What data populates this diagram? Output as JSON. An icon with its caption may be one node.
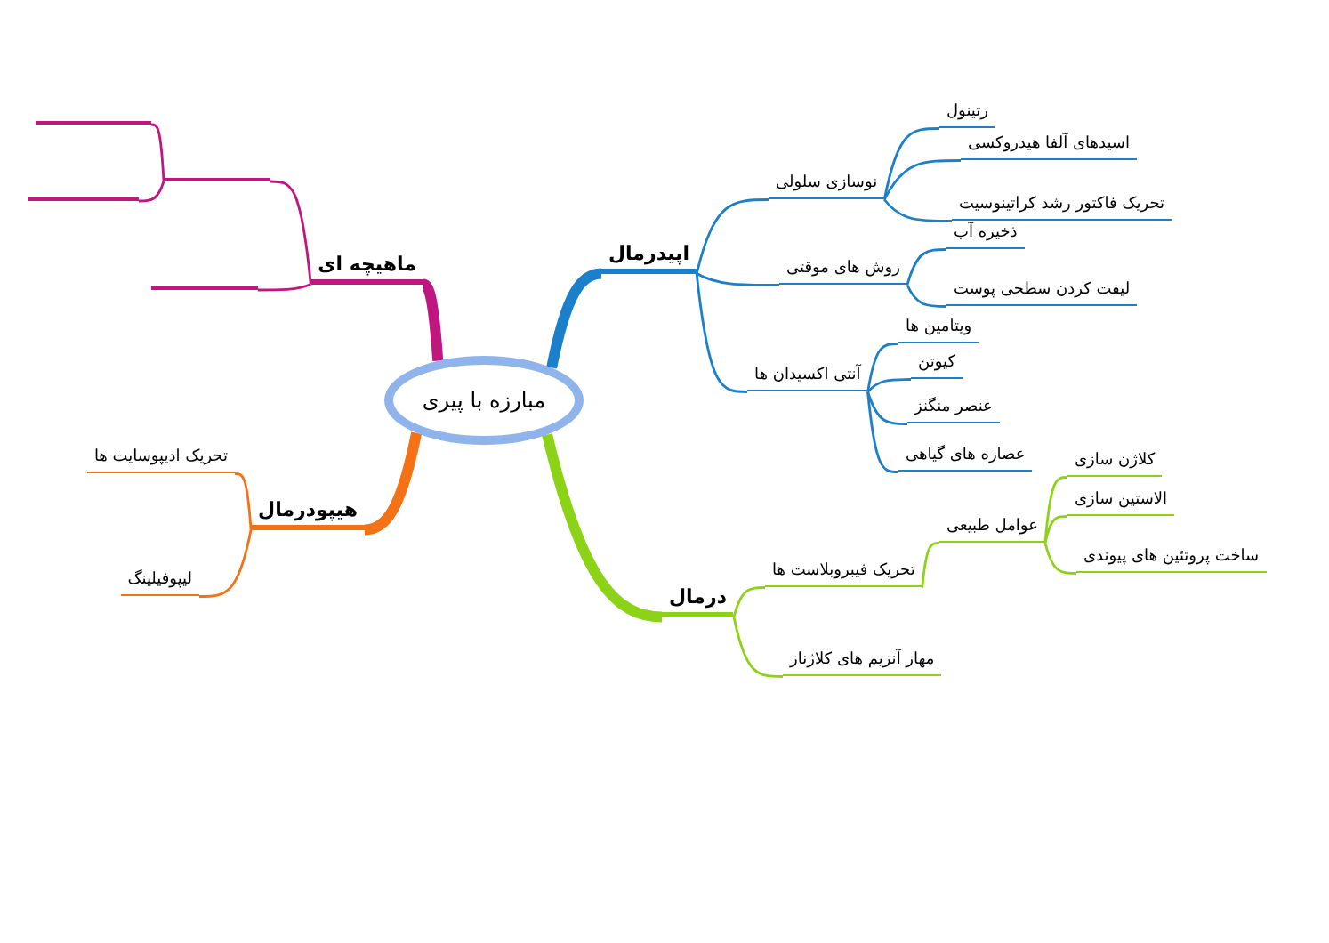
{
  "diagram": {
    "nodes": [
      {
        "text": [
          "مبارزه با پیری"
        ]
      },
      {
        "text": [
          "اپیدرمال"
        ]
      },
      {
        "text": [
          "نوسازی سلولی"
        ]
      },
      {
        "text": [
          "رتینول"
        ]
      },
      {
        "text": [
          "اسیدهای آلفا هیدروکسی"
        ]
      },
      {
        "text": [
          "تحریک فاکتور رشد کراتینوسیت"
        ]
      },
      {
        "text": [
          "روش های موقتی"
        ]
      },
      {
        "text": [
          "ذخیره آب"
        ]
      },
      {
        "text": [
          "لیفت کردن سطحی پوست"
        ]
      },
      {
        "text": [
          "آنتی اکسیدان ها"
        ]
      },
      {
        "text": [
          "ویتامین ها"
        ]
      },
      {
        "text": [
          "کیوتن"
        ]
      },
      {
        "text": [
          "عنصر منگنز"
        ]
      },
      {
        "text": [
          "عصاره های گیاهی"
        ]
      },
      {
        "text": [
          "درمال"
        ]
      },
      {
        "text": [
          "تحریک فیبروبلاست ها"
        ]
      },
      {
        "text": [
          "عوامل طبیعی"
        ]
      },
      {
        "text": [
          "کلاژن سازی"
        ]
      },
      {
        "text": [
          "الاستین سازی"
        ]
      },
      {
        "text": [
          "ساخت پروتئین های پیوندی"
        ]
      },
      {
        "text": [
          "مهار آنزیم های کلاژناز"
        ]
      },
      {
        "text": [
          "هیپودرمال"
        ]
      },
      {
        "text": [
          "تحریک ادیپوسایت ها"
        ]
      },
      {
        "text": [
          "لیپوفیلینگ"
        ]
      },
      {
        "text": [
          "ماهیچه ای"
        ]
      },
      {
        "text": [],
        "shape": "line"
      },
      {
        "text": [],
        "shape": "line"
      },
      {
        "text": [],
        "shape": "line"
      },
      {
        "text": [],
        "shape": "line"
      }
    ],
    "edges": [
      {
        "from": 0,
        "to": 1,
        "arrow": "none",
        "style": "thick",
        "color": "#1b7fcc"
      },
      {
        "from": 1,
        "to": 2,
        "arrow": "none",
        "color": "#1b7fcc"
      },
      {
        "from": 2,
        "to": 3,
        "arrow": "none",
        "color": "#1b7fcc"
      },
      {
        "from": 2,
        "to": 4,
        "arrow": "none",
        "color": "#1b7fcc"
      },
      {
        "from": 2,
        "to": 5,
        "arrow": "none",
        "color": "#1b7fcc"
      },
      {
        "from": 1,
        "to": 6,
        "arrow": "none",
        "color": "#1b7fcc"
      },
      {
        "from": 6,
        "to": 7,
        "arrow": "none",
        "color": "#1b7fcc"
      },
      {
        "from": 6,
        "to": 8,
        "arrow": "none",
        "color": "#1b7fcc"
      },
      {
        "from": 1,
        "to": 9,
        "arrow": "none",
        "color": "#1b7fcc"
      },
      {
        "from": 9,
        "to": 10,
        "arrow": "none",
        "color": "#1b7fcc"
      },
      {
        "from": 9,
        "to": 11,
        "arrow": "none",
        "color": "#1b7fcc"
      },
      {
        "from": 9,
        "to": 12,
        "arrow": "none",
        "color": "#1b7fcc"
      },
      {
        "from": 9,
        "to": 13,
        "arrow": "none",
        "color": "#1b7fcc"
      },
      {
        "from": 0,
        "to": 14,
        "arrow": "none",
        "style": "thick",
        "color": "#8cd317"
      },
      {
        "from": 14,
        "to": 15,
        "arrow": "none",
        "color": "#8cd317"
      },
      {
        "from": 15,
        "to": 16,
        "arrow": "none",
        "color": "#8cd317"
      },
      {
        "from": 16,
        "to": 17,
        "arrow": "none",
        "color": "#8cd317"
      },
      {
        "from": 16,
        "to": 18,
        "arrow": "none",
        "color": "#8cd317"
      },
      {
        "from": 16,
        "to": 19,
        "arrow": "none",
        "color": "#8cd317"
      },
      {
        "from": 14,
        "to": 20,
        "arrow": "none",
        "color": "#8cd317"
      },
      {
        "from": 0,
        "to": 21,
        "arrow": "none",
        "style": "thick",
        "color": "#f57214"
      },
      {
        "from": 21,
        "to": 22,
        "arrow": "none",
        "color": "#f57214"
      },
      {
        "from": 21,
        "to": 23,
        "arrow": "none",
        "color": "#f57214"
      },
      {
        "from": 0,
        "to": 24,
        "arrow": "none",
        "style": "thick",
        "color": "#c0167f"
      },
      {
        "from": 24,
        "to": 25,
        "arrow": "none",
        "color": "#c0167f"
      },
      {
        "from": 25,
        "to": 26,
        "arrow": "none",
        "color": "#c0167f"
      },
      {
        "from": 25,
        "to": 27,
        "arrow": "none",
        "color": "#c0167f"
      },
      {
        "from": 24,
        "to": 28,
        "arrow": "none",
        "color": "#c0167f"
      }
    ]
  }
}
